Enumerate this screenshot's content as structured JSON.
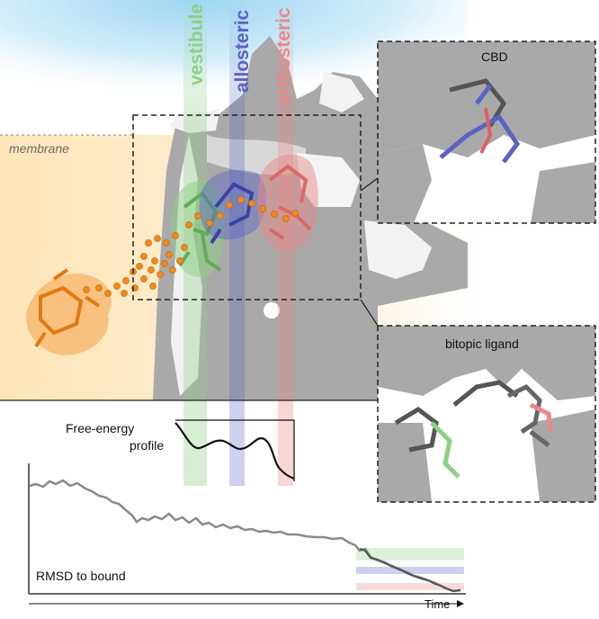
{
  "labels": {
    "vestibule": "vestibule",
    "allosteric": "allosteric",
    "orthosteric": "orthosteric",
    "membrane": "membrane",
    "cbd": "CBD",
    "bitopic": "bitopic ligand",
    "free_energy_line1": "Free-energy",
    "free_energy_line2": "profile",
    "rmsd": "RMSD to bound",
    "time": "Time"
  },
  "colors": {
    "vestibule": "#8fcf86",
    "allosteric": "#5a63c4",
    "orthosteric": "#e88a8a",
    "ligand": "#f08a1e",
    "receptor": "#a8a8a8",
    "water": "#bfe3f5",
    "lipid": "#fde9c6"
  },
  "icons": {
    "ligand_path": "ligand-path-dots",
    "zoom_box": "dashed-zoom-box"
  }
}
